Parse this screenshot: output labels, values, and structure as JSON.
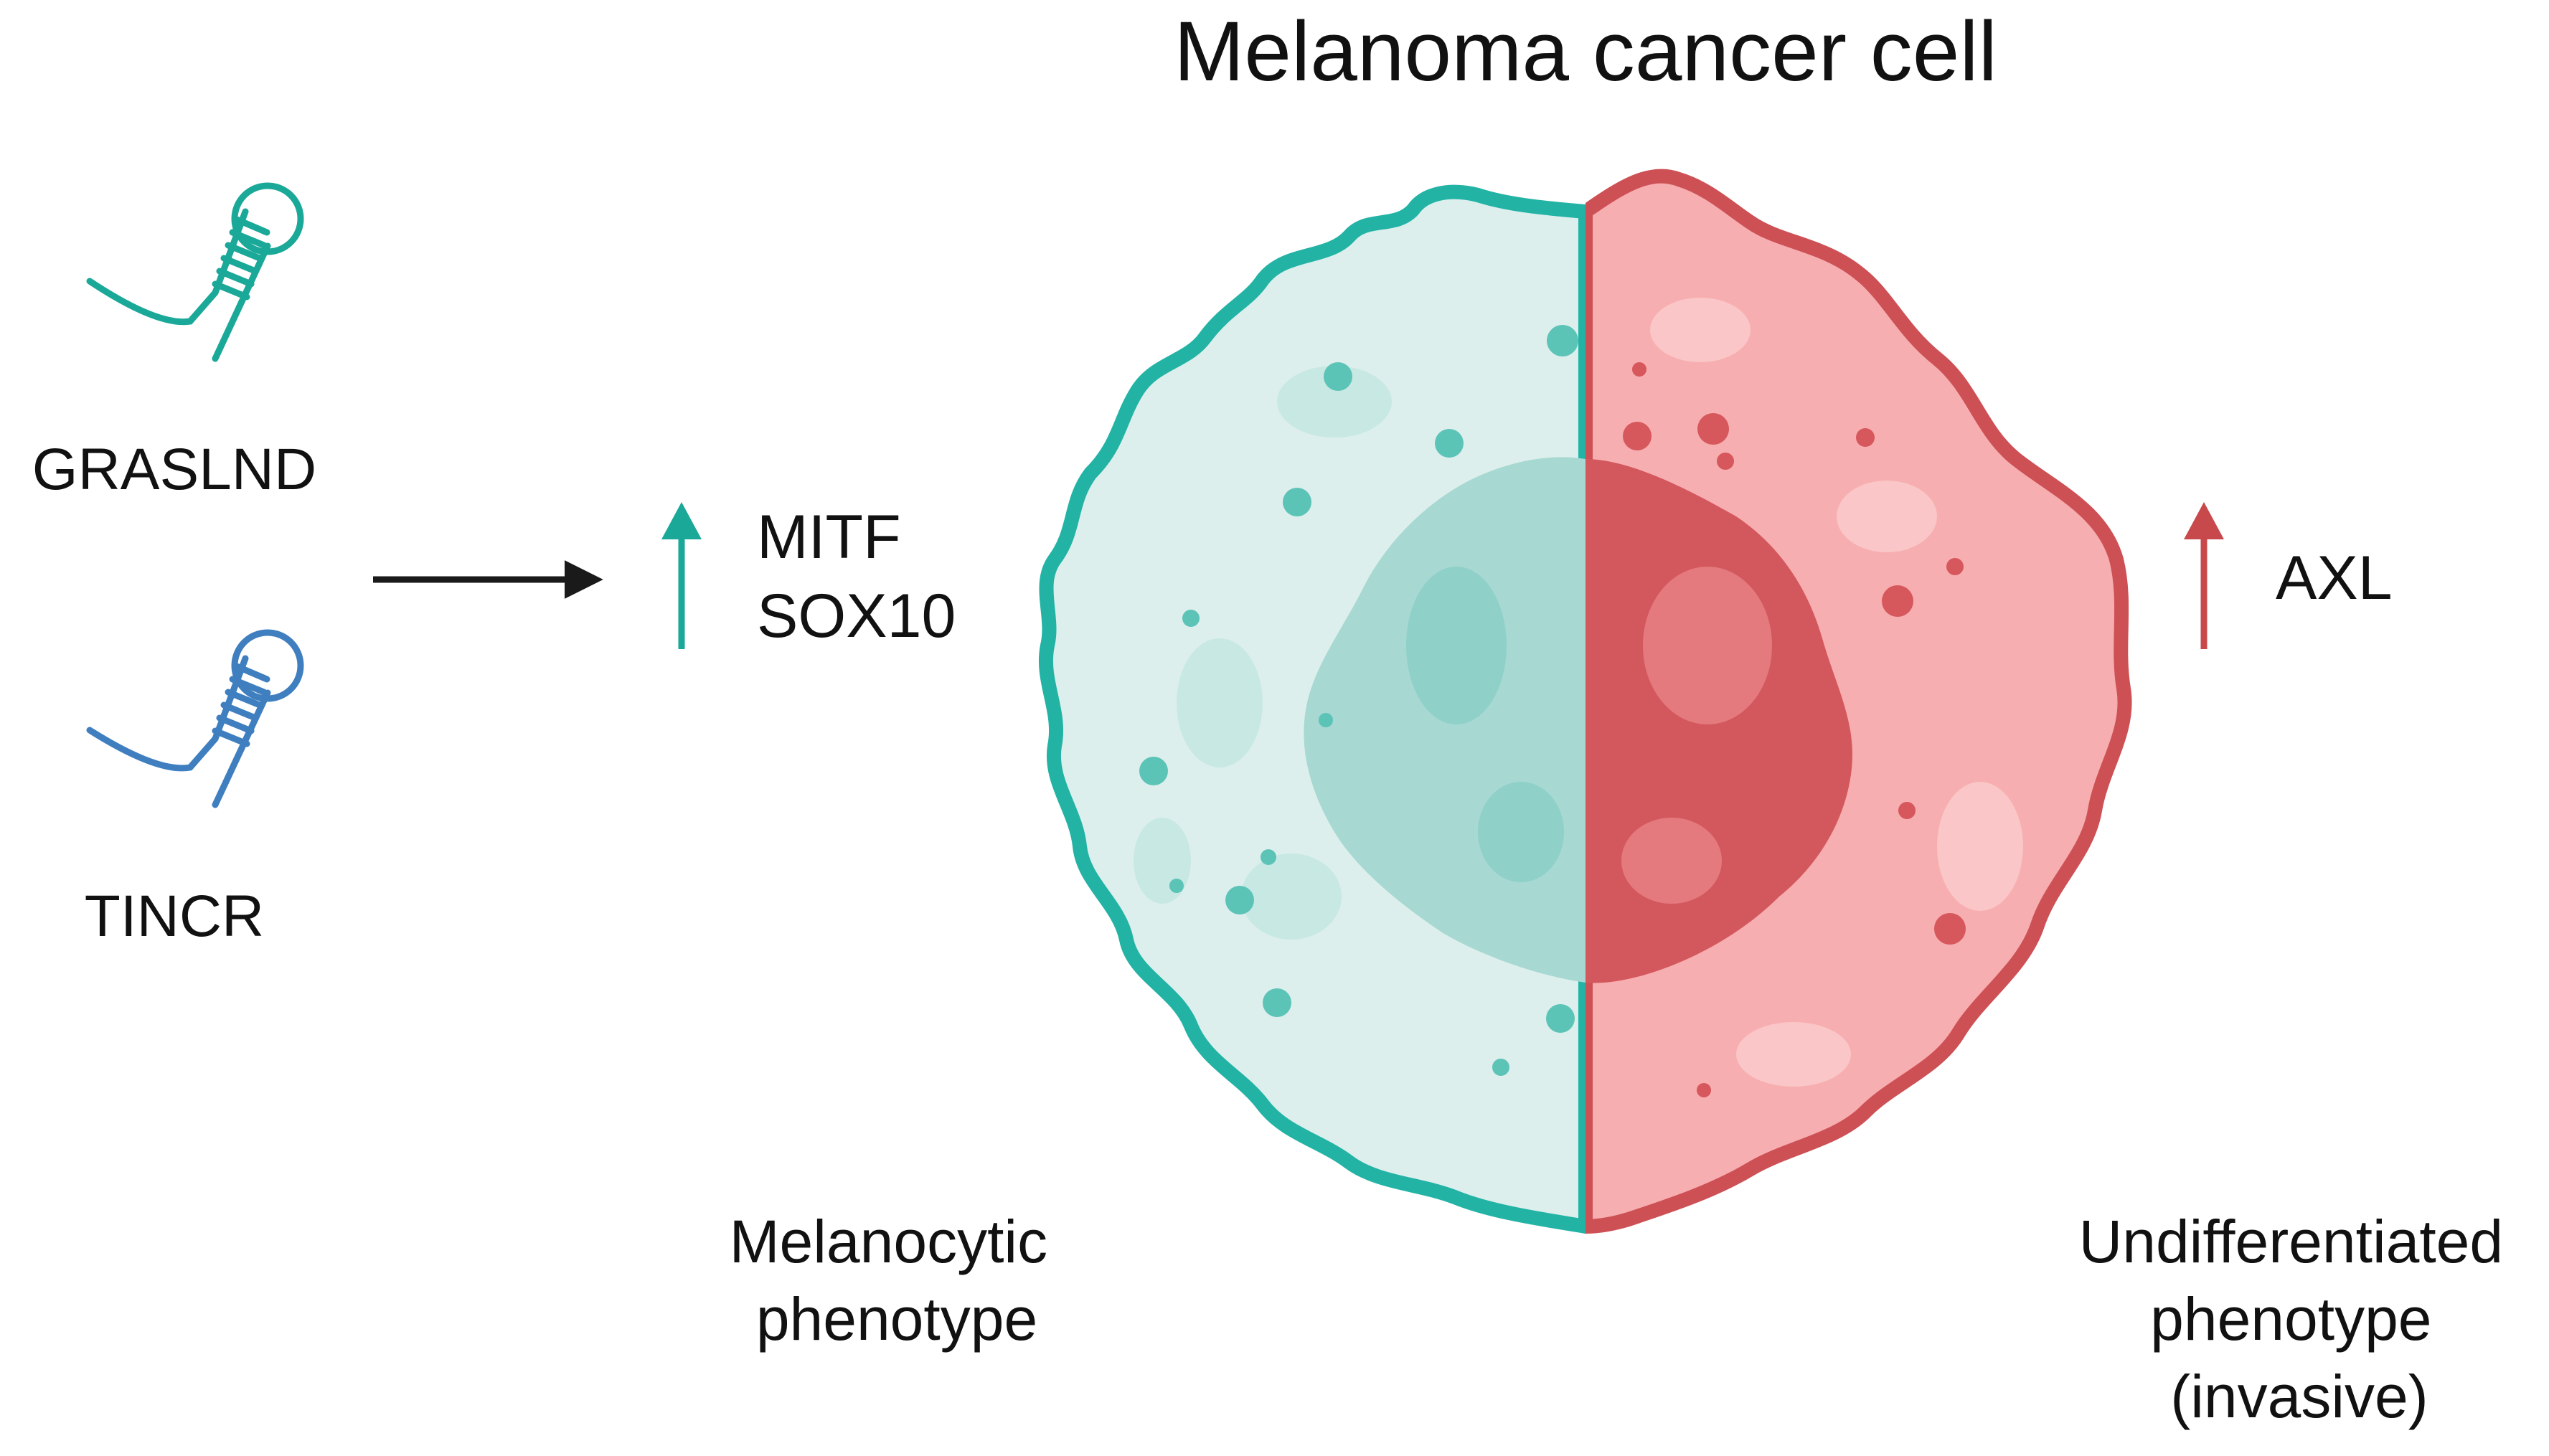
{
  "title": "Melanoma cancer cell",
  "lncrnas": [
    {
      "name": "GRASLND",
      "color": "#1aa898"
    },
    {
      "name": "TINCR",
      "color": "#3f7fbf"
    }
  ],
  "melanocytic_state": {
    "markers": [
      "MITF",
      "SOX10"
    ],
    "direction": "up",
    "arrow_color": "#1aa898",
    "phenotype_lines": [
      "Melanocytic",
      "phenotype"
    ]
  },
  "undifferentiated_state": {
    "markers": [
      "AXL"
    ],
    "direction": "up",
    "arrow_color": "#c8494c",
    "phenotype_lines": [
      "Undifferentiated",
      "phenotype",
      "(invasive)"
    ]
  },
  "colors": {
    "teal_outline": "#22b3a5",
    "teal_cytoplasm": "#dcefed",
    "teal_nucleus": "#a7d8d2",
    "red_outline": "#cd5055",
    "red_cytoplasm": "#f7aeb0",
    "red_nucleus": "#d3585d",
    "arrow_black": "#1a1a1a"
  }
}
